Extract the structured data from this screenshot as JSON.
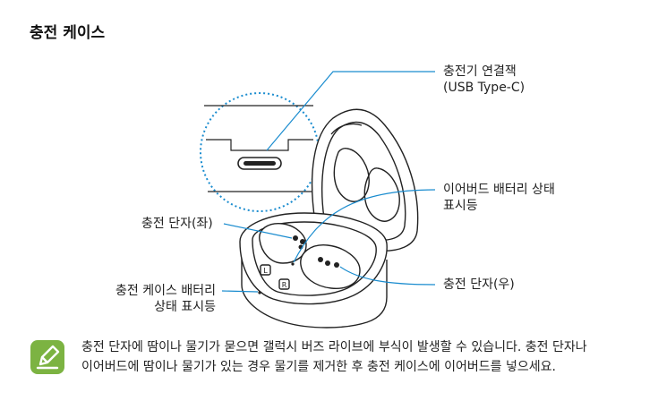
{
  "title": "충전 케이스",
  "labels": {
    "connector": [
      "충전기 연결잭",
      "(USB Type-C)"
    ],
    "earbud_indicator": [
      "이어버드 배터리 상태",
      "표시등"
    ],
    "contact_left": [
      "충전 단자(좌)"
    ],
    "contact_right": [
      "충전 단자(우)"
    ],
    "case_indicator": [
      "충전 케이스 배터리",
      "상태 표시등"
    ]
  },
  "case_marks": {
    "left": "L",
    "right": "R"
  },
  "note": {
    "icon": "pencil-note-icon",
    "lines": [
      "충전 단자에 땀이나 물기가 묻으면 갤럭시 버즈 라이브에 부식이 발생할 수 있습니다. 충전 단자나",
      "이어버드에 땀이나 물기가 있는 경우 물기를 제거한 후 충전 케이스에 이어버드를 넣으세요."
    ]
  },
  "colors": {
    "leader": "#1a8ccf",
    "note_icon": "#7cb342",
    "line": "#222222"
  }
}
